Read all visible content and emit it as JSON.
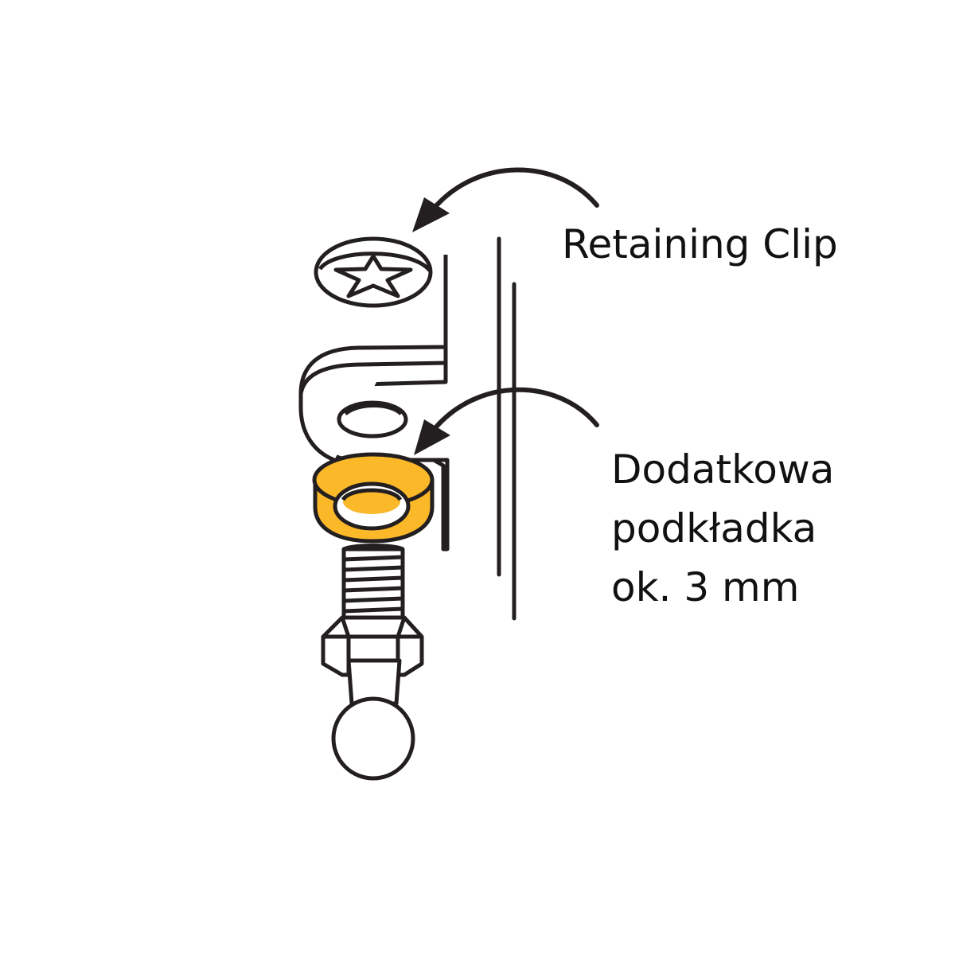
{
  "labels": {
    "retaining_clip": "Retaining Clip",
    "washer_line1": "Dodatkowa",
    "washer_line2": "podkładka",
    "washer_line3": "ok. 3 mm"
  },
  "colors": {
    "line": "#231f20",
    "washer_fill": "#fbb829",
    "background": "#ffffff"
  },
  "icons": {
    "clip": "star-clip-icon",
    "washer": "spacer-washer-icon",
    "ball_stud": "ball-stud-icon"
  }
}
